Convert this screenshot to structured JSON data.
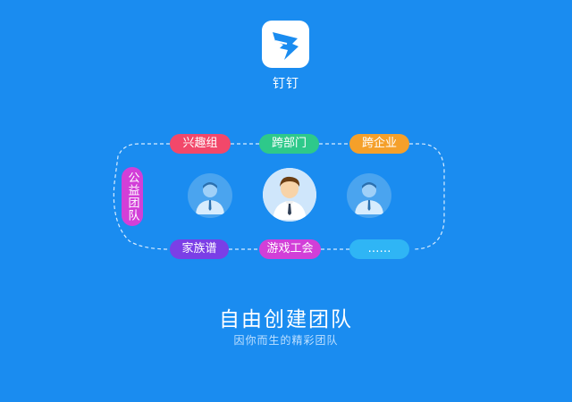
{
  "app": {
    "name": "钉钉",
    "logo_icon": "dingtalk-logo-icon"
  },
  "colors": {
    "background": "#1a8cf0",
    "interest": "#f2486a",
    "department": "#2ec98a",
    "enterprise": "#f5a02a",
    "charity": "#d23fd8",
    "family": "#7b3fe6",
    "guild": "#d23fd8",
    "more": "#2fb5f5"
  },
  "tags": {
    "interest_group": "兴趣组",
    "cross_department": "跨部门",
    "cross_enterprise": "跨企业",
    "charity_team": "公益团队",
    "family_tree": "家族谱",
    "game_guild": "游戏工会",
    "more": "……"
  },
  "avatars": [
    "user-avatar-icon",
    "main-user-avatar-icon",
    "user-avatar-icon"
  ],
  "headline": "自由创建团队",
  "subline": "因你而生的精彩团队"
}
